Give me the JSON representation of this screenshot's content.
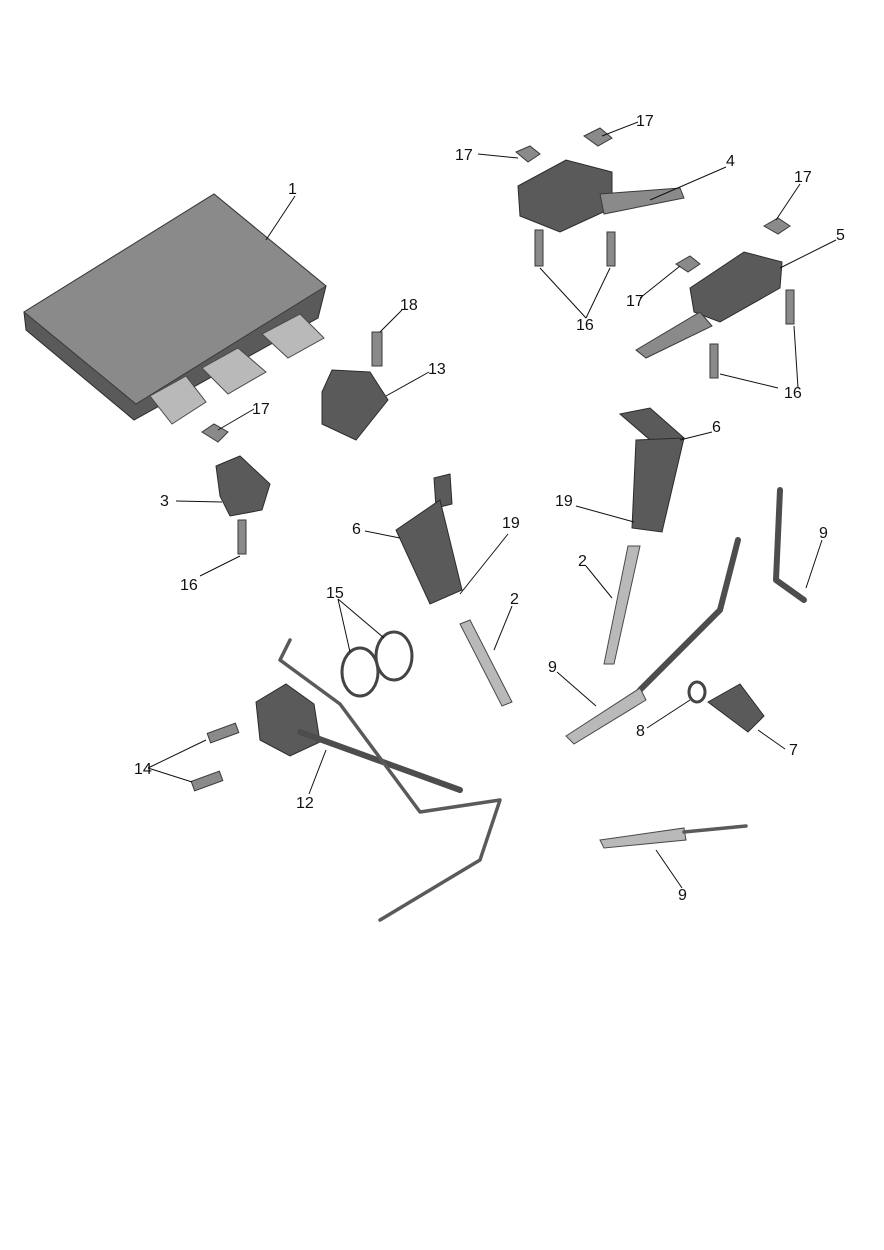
{
  "callouts": [
    {
      "id": "c1",
      "label": "1"
    },
    {
      "id": "c2a",
      "label": "2"
    },
    {
      "id": "c2b",
      "label": "2"
    },
    {
      "id": "c3",
      "label": "3"
    },
    {
      "id": "c4",
      "label": "4"
    },
    {
      "id": "c5",
      "label": "5"
    },
    {
      "id": "c6a",
      "label": "6"
    },
    {
      "id": "c6b",
      "label": "6"
    },
    {
      "id": "c7",
      "label": "7"
    },
    {
      "id": "c8",
      "label": "8"
    },
    {
      "id": "c9a",
      "label": "9"
    },
    {
      "id": "c9b",
      "label": "9"
    },
    {
      "id": "c9c",
      "label": "9"
    },
    {
      "id": "c12",
      "label": "12"
    },
    {
      "id": "c13",
      "label": "13"
    },
    {
      "id": "c14",
      "label": "14"
    },
    {
      "id": "c15",
      "label": "15"
    },
    {
      "id": "c16a",
      "label": "16"
    },
    {
      "id": "c16b",
      "label": "16"
    },
    {
      "id": "c16c",
      "label": "16"
    },
    {
      "id": "c17a",
      "label": "17"
    },
    {
      "id": "c17b",
      "label": "17"
    },
    {
      "id": "c17c",
      "label": "17"
    },
    {
      "id": "c17d",
      "label": "17"
    },
    {
      "id": "c17e",
      "label": "17"
    },
    {
      "id": "c18",
      "label": "18"
    },
    {
      "id": "c19a",
      "label": "19"
    },
    {
      "id": "c19b",
      "label": "19"
    }
  ]
}
